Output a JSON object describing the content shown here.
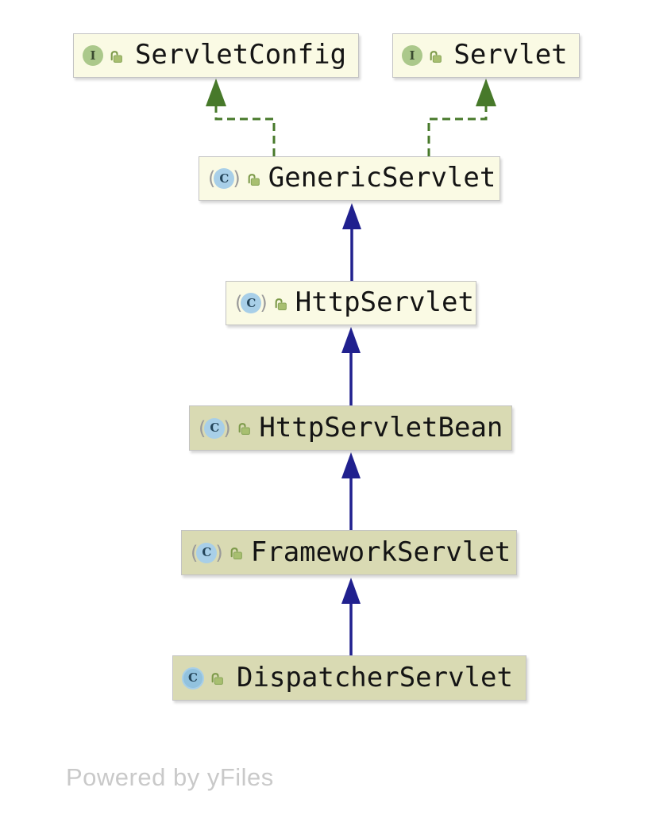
{
  "diagram": {
    "type": "uml-class-hierarchy",
    "watermark": "Powered by yFiles",
    "colors": {
      "background": "#ffffff",
      "node_fill_default": "#fafae4",
      "node_fill_highlight": "#d9dab3",
      "node_border": "#c3c3c3",
      "extends_edge": "#20208e",
      "implements_edge": "#47792a",
      "interface_icon": "#abc88b",
      "class_icon": "#a8cfe8",
      "lock_icon": "#a8bf70",
      "label_text": "#141414",
      "watermark_text": "#c9c9c9"
    },
    "nodes": [
      {
        "id": "ServletConfig",
        "label": "ServletConfig",
        "kind": "interface",
        "icon_letter": "I",
        "highlighted": false
      },
      {
        "id": "Servlet",
        "label": "Servlet",
        "kind": "interface",
        "icon_letter": "I",
        "highlighted": false
      },
      {
        "id": "GenericServlet",
        "label": "GenericServlet",
        "kind": "abstract-class",
        "icon_letter": "C",
        "highlighted": false
      },
      {
        "id": "HttpServlet",
        "label": "HttpServlet",
        "kind": "abstract-class",
        "icon_letter": "C",
        "highlighted": false
      },
      {
        "id": "HttpServletBean",
        "label": "HttpServletBean",
        "kind": "abstract-class",
        "icon_letter": "C",
        "highlighted": true
      },
      {
        "id": "FrameworkServlet",
        "label": "FrameworkServlet",
        "kind": "abstract-class",
        "icon_letter": "C",
        "highlighted": true
      },
      {
        "id": "DispatcherServlet",
        "label": "DispatcherServlet",
        "kind": "class",
        "icon_letter": "C",
        "highlighted": true
      }
    ],
    "edges": [
      {
        "from": "GenericServlet",
        "to": "ServletConfig",
        "type": "implements"
      },
      {
        "from": "GenericServlet",
        "to": "Servlet",
        "type": "implements"
      },
      {
        "from": "HttpServlet",
        "to": "GenericServlet",
        "type": "extends"
      },
      {
        "from": "HttpServletBean",
        "to": "HttpServlet",
        "type": "extends"
      },
      {
        "from": "FrameworkServlet",
        "to": "HttpServletBean",
        "type": "extends"
      },
      {
        "from": "DispatcherServlet",
        "to": "FrameworkServlet",
        "type": "extends"
      }
    ]
  }
}
